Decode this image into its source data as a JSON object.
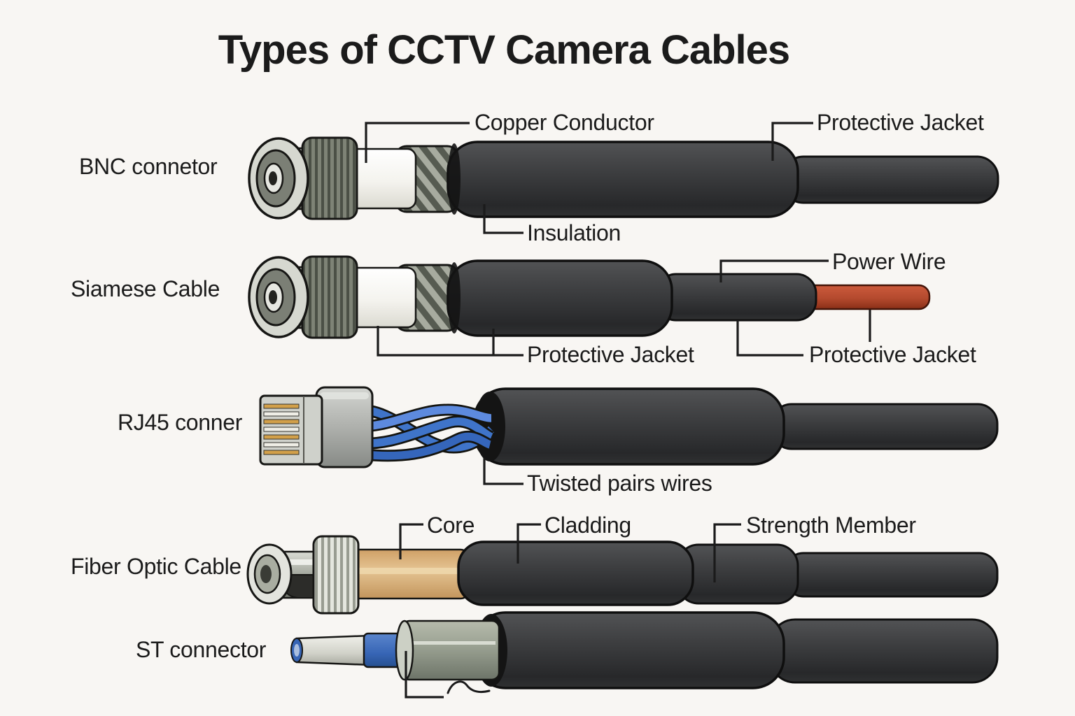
{
  "title": "Types of CCTV Camera Cables",
  "colors": {
    "background": "#f8f6f3",
    "ink": "#1b1b1b",
    "cable_jacket": "#3a3b3d",
    "power_wire": "#b44a2e",
    "twisted_pair_blue": "#3f74c9",
    "fiber_core": "#d6a368",
    "connector_metal": "#a9ada3",
    "insulation_white": "#f4f3ee",
    "shield_braid": "#8f948a",
    "sleeve_blue": "#3765b5"
  },
  "rows": [
    {
      "name": "BNC connetor",
      "labels": {
        "copper_conductor": "Copper Conductor",
        "protective_jacket": "Protective Jacket",
        "insulation": "Insulation"
      }
    },
    {
      "name": "Siamese Cable",
      "labels": {
        "power_wire": "Power Wire",
        "protective_jacket_left": "Protective Jacket",
        "protective_jacket_right": "Protective Jacket"
      }
    },
    {
      "name": "RJ45 conner",
      "labels": {
        "twisted_pairs": "Twisted pairs wires"
      }
    },
    {
      "name": "Fiber Optic Cable",
      "labels": {
        "core": "Core",
        "cladding": "Cladding",
        "strength_member": "Strength Member"
      }
    },
    {
      "name": "ST connector",
      "labels": {}
    }
  ]
}
